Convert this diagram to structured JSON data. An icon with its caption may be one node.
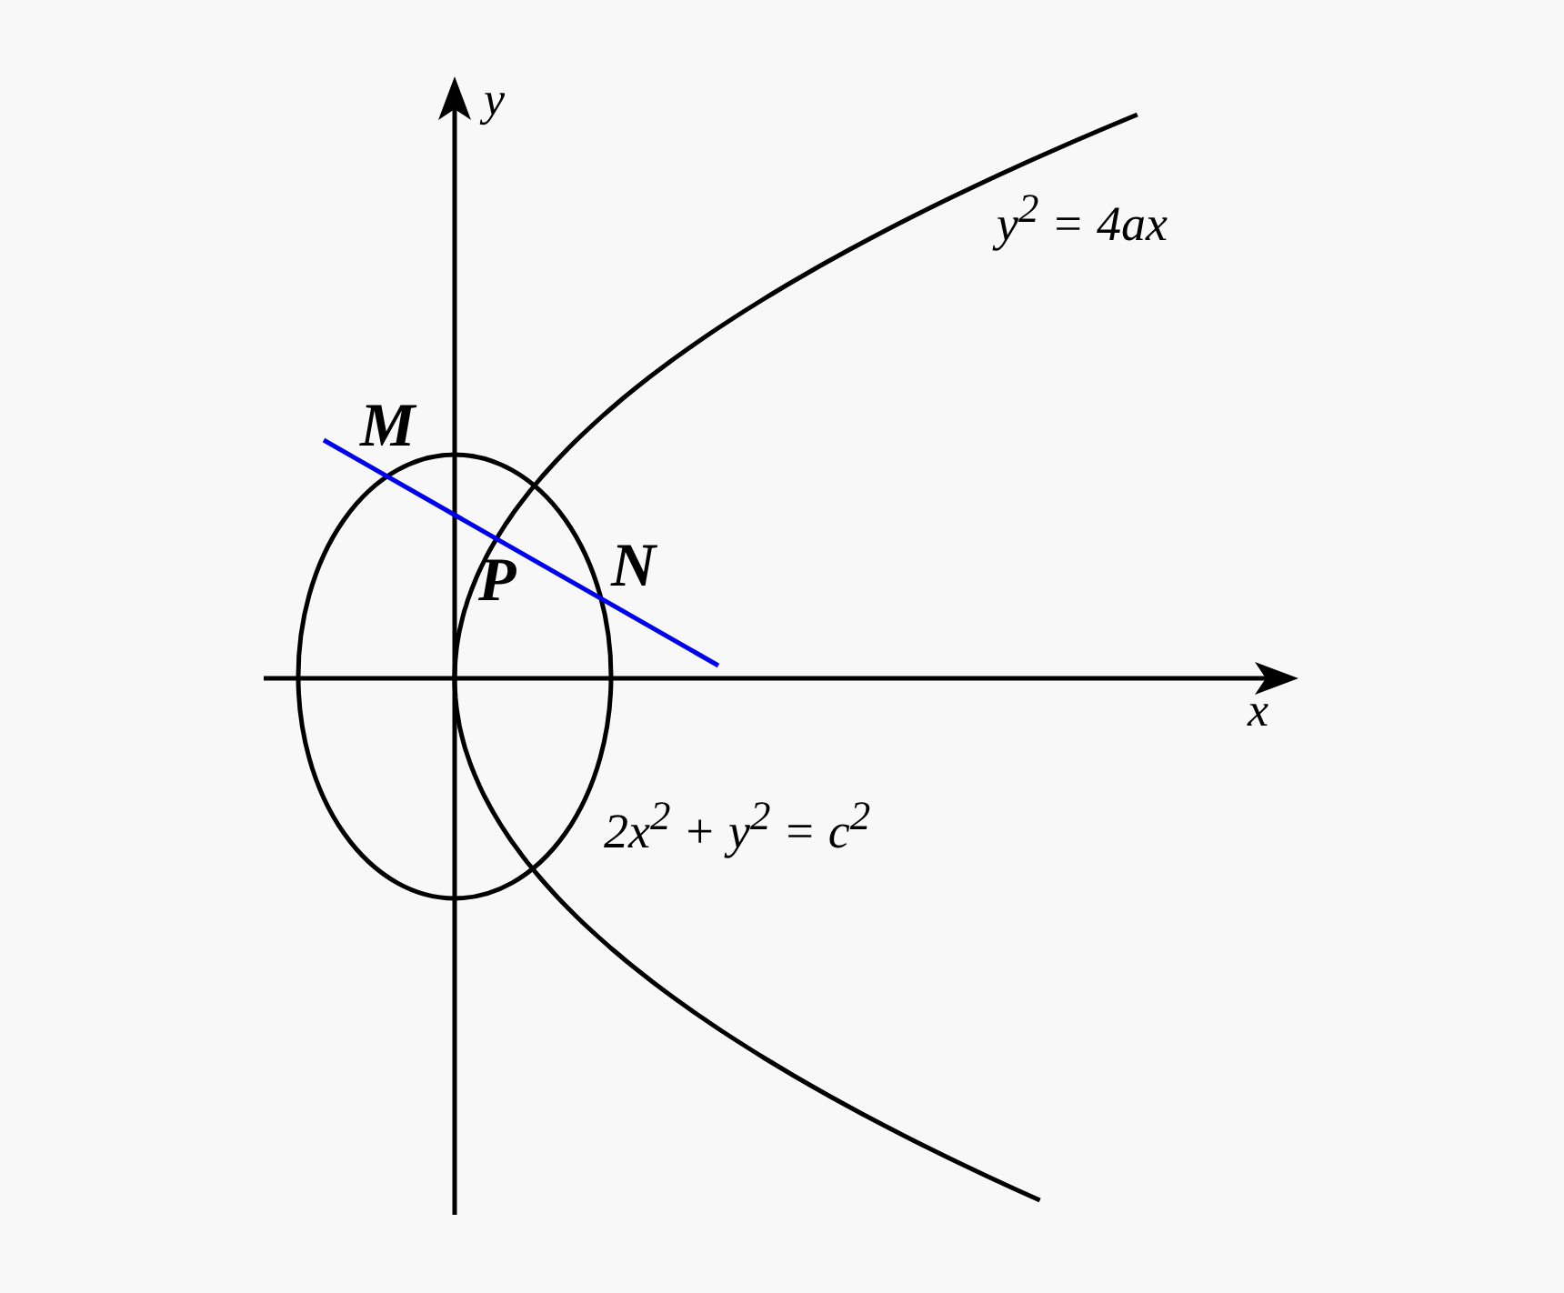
{
  "diagram": {
    "labels": [
      "y",
      "y$^{2}$ = 4ax",
      "M",
      "P",
      "N",
      "x",
      "2x$^{2}$ + y$^{2}$ = c$^{2}$"
    ]
  }
}
